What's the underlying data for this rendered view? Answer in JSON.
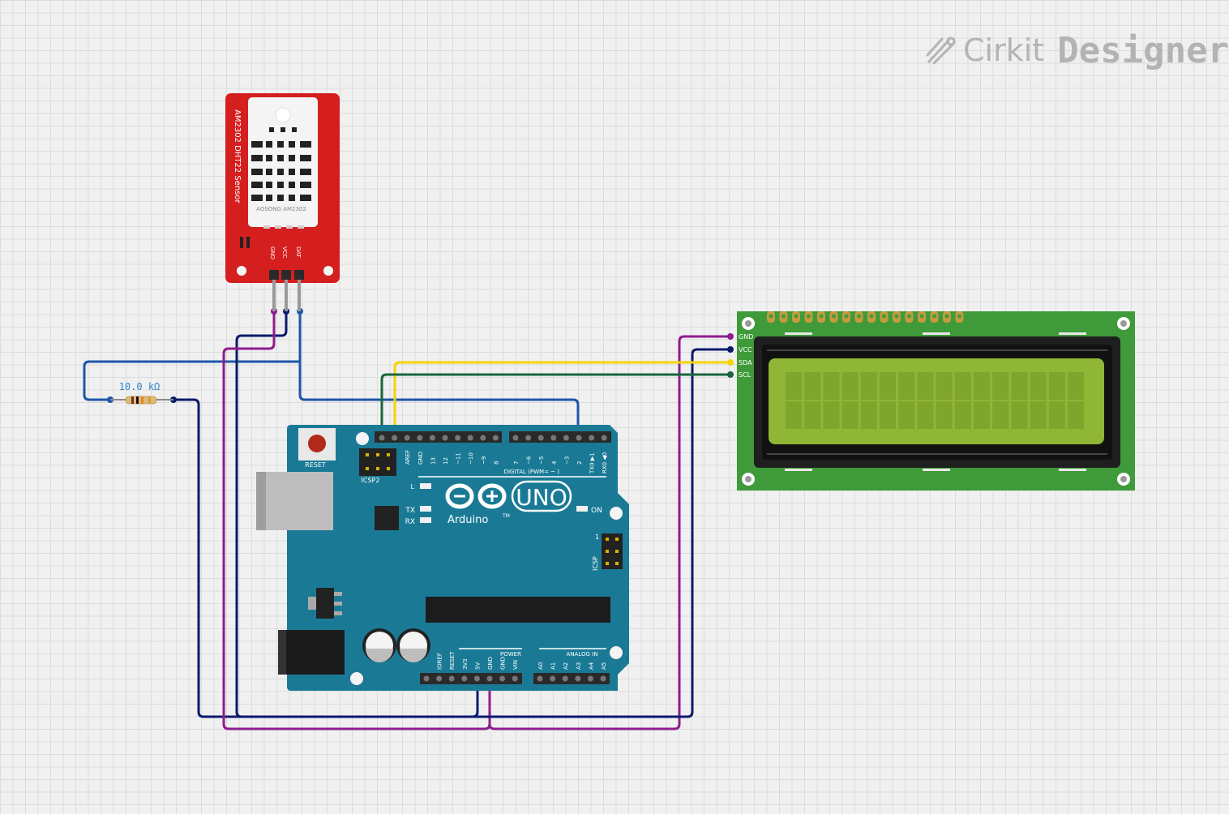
{
  "brand": {
    "name_part1": "Cirkit",
    "name_part2": "Designer",
    "icon": "pencil-logo-icon"
  },
  "sensor": {
    "title": "AM2302 DHT22 Sensor",
    "chip_label": "AOSONG AM2302",
    "pins": [
      "GND",
      "VCC",
      "DAT"
    ]
  },
  "resistor": {
    "label": "10.0 kΩ"
  },
  "lcd": {
    "pins": [
      "GND",
      "VCC",
      "SDA",
      "SCL"
    ]
  },
  "arduino": {
    "reset_label": "RESET",
    "icsp2_label": "ICSP2",
    "icsp_label": "ICSP",
    "icsp_pin1": "1",
    "brand": "Arduino",
    "model": "UNO",
    "tm": "TM",
    "led_l": "L",
    "led_tx": "TX",
    "led_rx": "RX",
    "led_on": "ON",
    "digital_label": "DIGITAL (PWM= ~ )",
    "power_label": "POWER",
    "analog_label": "ANALOG IN",
    "top_pins_left": [
      "AREF",
      "GND",
      "13",
      "12",
      "~11",
      "~10",
      "~9",
      "8"
    ],
    "top_pins_right": [
      "7",
      "~6",
      "~5",
      "4",
      "~3",
      "2",
      "TX0 ▶1",
      "RX0 ◀0"
    ],
    "power_pins": [
      "IOREF",
      "RESET",
      "3V3",
      "5V",
      "GND",
      "GND",
      "VIN"
    ],
    "analog_pins": [
      "A0",
      "A1",
      "A2",
      "A3",
      "A4",
      "A5"
    ]
  },
  "colors": {
    "wire_magenta": "#8e1c8e",
    "wire_navy": "#0b1a6e",
    "wire_blue": "#1e56a8",
    "wire_yellow": "#f5d400",
    "wire_green": "#17663a",
    "sensor_red": "#d51f1f",
    "arduino_teal": "#1a7a96",
    "lcd_pcb": "#3f9a3a",
    "lcd_screen": "#8fb634"
  }
}
